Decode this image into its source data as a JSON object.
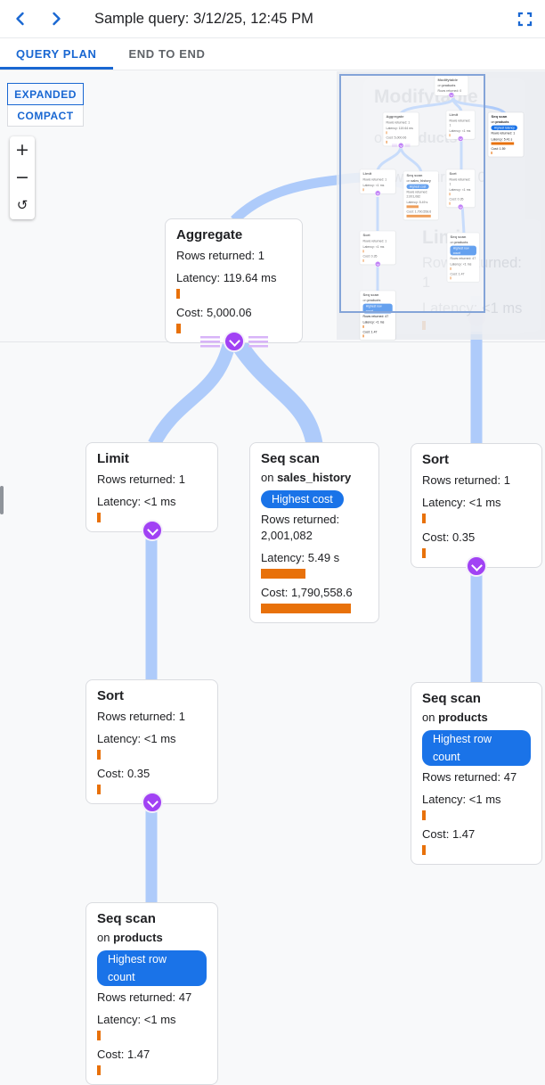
{
  "header": {
    "title": "Sample query: 3/12/25, 12:45 PM",
    "prev_icon": "chevron-left",
    "next_icon": "chevron-right",
    "fullscreen_icon": "fullscreen"
  },
  "tabs": {
    "query_plan": "QUERY PLAN",
    "end_to_end": "END TO END",
    "active": "QUERY PLAN"
  },
  "view_toggle": {
    "expanded": "EXPANDED",
    "compact": "COMPACT",
    "selected": "EXPANDED"
  },
  "zoom_controls": {
    "zoom_in": "+",
    "zoom_out": "−",
    "reset": "↺"
  },
  "colors": {
    "accent_blue": "#1967d2",
    "badge_blue": "#1a73e8",
    "link_blue": "#aecbfa",
    "bar_orange": "#e8710a",
    "node_purple": "#a142f4"
  },
  "plan": {
    "nodes": [
      {
        "id": "aggregate",
        "title": "Aggregate",
        "rows": "Rows returned: 1",
        "latency": "Latency: 119.64 ms",
        "latency_bar": 4,
        "cost": "Cost: 5,000.06",
        "cost_bar": 5,
        "expandable": true,
        "stripes": true
      },
      {
        "id": "limit",
        "title": "Limit",
        "rows": "Rows returned: 1",
        "latency": "Latency: <1 ms",
        "latency_bar": 4,
        "expandable": true
      },
      {
        "id": "seqscan_sales",
        "title": "Seq scan",
        "on": "on sales_history",
        "badge": "Highest cost",
        "rows": "Rows returned: 2,001,082",
        "latency": "Latency: 5.49 s",
        "latency_bar": 50,
        "cost": "Cost: 1,790,558.6",
        "cost_bar": 101
      },
      {
        "id": "sort_right",
        "title": "Sort",
        "rows": "Rows returned: 1",
        "latency": "Latency: <1 ms",
        "latency_bar": 4,
        "cost": "Cost: 0.35",
        "cost_bar": 4,
        "expandable": true
      },
      {
        "id": "sort_left",
        "title": "Sort",
        "rows": "Rows returned: 1",
        "latency": "Latency: <1 ms",
        "latency_bar": 4,
        "cost": "Cost: 0.35",
        "cost_bar": 4,
        "expandable": true
      },
      {
        "id": "seqscan_products_right",
        "title": "Seq scan",
        "on": "on products",
        "badge": "Highest row count",
        "rows": "Rows returned: 47",
        "latency": "Latency: <1 ms",
        "latency_bar": 4,
        "cost": "Cost: 1.47",
        "cost_bar": 4
      },
      {
        "id": "seqscan_products_bottom",
        "title": "Seq scan",
        "on": "on products",
        "badge": "Highest row count",
        "rows": "Rows returned: 47",
        "latency": "Latency: <1 ms",
        "latency_bar": 4,
        "cost": "Cost: 1.47",
        "cost_bar": 4
      }
    ]
  },
  "ghost": {
    "nodes": [
      {
        "id": "modifytable",
        "title": "Modifytable",
        "on": "on products",
        "rows": "Rows returned: 0"
      },
      {
        "id": "limit_ghost",
        "title": "Limit",
        "rows": "Rows returned: 1",
        "latency": "Latency: <1 ms",
        "latency_bar": 4
      }
    ]
  },
  "minimap": {
    "nodes": [
      {
        "id": "mm_modifytable",
        "title": "Modifytable",
        "on": "on products",
        "rows": "Rows returned: 0",
        "expandable": true
      },
      {
        "id": "mm_aggregate",
        "title": "Aggregate",
        "rows": "Rows returned: 1",
        "latency": "Latency: 119.64 ms",
        "latency_bar": 4,
        "cost": "Cost: 5,000.06",
        "cost_bar": 5,
        "expandable": true,
        "stripes": true
      },
      {
        "id": "mm_limit_top",
        "title": "Limit",
        "rows": "Rows returned: 1",
        "latency": "Latency: <1 ms",
        "latency_bar": 4,
        "expandable": true
      },
      {
        "id": "mm_seqscan_latency",
        "title": "Seq scan",
        "on": "on products",
        "badge": "Highest latency",
        "rows": "Rows returned: 1",
        "latency": "Latency: 5.41 s",
        "latency_bar": 95,
        "cost": "Cost: 1.59",
        "cost_bar": 4
      },
      {
        "id": "mm_limit_left",
        "title": "Limit",
        "rows": "Rows returned: 1",
        "latency": "Latency: <1 ms",
        "latency_bar": 4,
        "expandable": true
      },
      {
        "id": "mm_seqscan_sales",
        "title": "Seq scan",
        "on": "on sales_history",
        "badge": "Highest cost",
        "rows": "Rows returned: 2,001,082",
        "latency": "Latency: 5.49 s",
        "latency_bar": 50,
        "cost": "Cost: 1,790,558.6",
        "cost_bar": 101
      },
      {
        "id": "mm_sort_mid",
        "title": "Sort",
        "rows": "Rows returned: 1",
        "latency": "Latency: <1 ms",
        "latency_bar": 4,
        "cost": "Cost: 0.35",
        "cost_bar": 4,
        "expandable": true
      },
      {
        "id": "mm_sort_left",
        "title": "Sort",
        "rows": "Rows returned: 1",
        "latency": "Latency: <1 ms",
        "latency_bar": 4,
        "cost": "Cost: 0.35",
        "cost_bar": 4,
        "expandable": true
      },
      {
        "id": "mm_seqscan_products_right",
        "title": "Seq scan",
        "on": "on products",
        "badge": "Highest row count",
        "rows": "Rows returned: 47",
        "latency": "Latency: <1 ms",
        "latency_bar": 4,
        "cost": "Cost: 1.47",
        "cost_bar": 4
      },
      {
        "id": "mm_seqscan_products_left",
        "title": "Seq scan",
        "on": "on products",
        "badge": "Highest row count",
        "rows": "Rows returned: 47",
        "latency": "Latency: <1 ms",
        "latency_bar": 4,
        "cost": "Cost: 1.47",
        "cost_bar": 4
      }
    ]
  }
}
